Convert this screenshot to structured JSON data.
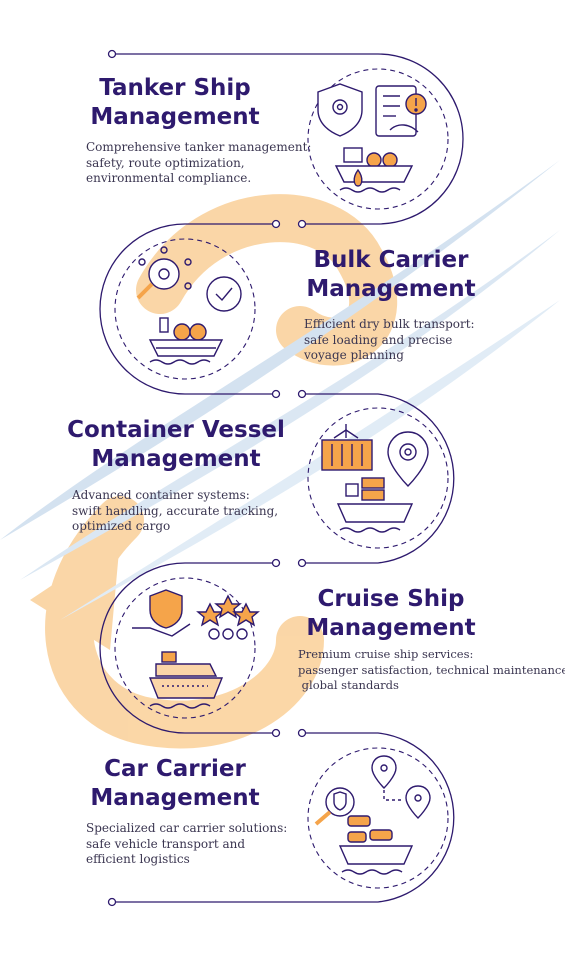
{
  "colors": {
    "line": "#2e1a6e",
    "orange": "#f5a44a",
    "orange_light": "#fbd5a8",
    "accent_red": "#e0632a",
    "watermark_orange": "#f6b25e",
    "watermark_blue": "#8fb4d8"
  },
  "items": [
    {
      "title_lines": [
        "Tanker Ship",
        "Management"
      ],
      "desc_lines": [
        "Comprehensive tanker management:",
        "safety, route optimization,",
        "environmental compliance."
      ],
      "icon": "tanker-safety-icon"
    },
    {
      "title_lines": [
        "Bulk Carrier",
        "Management"
      ],
      "desc_lines": [
        "Efficient dry bulk transport:",
        "safe loading and precise",
        "voyage planning"
      ],
      "icon": "bulk-carrier-gear-icon"
    },
    {
      "title_lines": [
        "Container Vessel",
        "Management"
      ],
      "desc_lines": [
        "Advanced container systems:",
        "swift handling, accurate tracking,",
        "optimized cargo"
      ],
      "icon": "container-location-icon"
    },
    {
      "title_lines": [
        "Cruise Ship",
        "Management"
      ],
      "desc_lines": [
        "Premium cruise ship services:",
        "passenger satisfaction, technical maintenance,",
        " global standards"
      ],
      "icon": "cruise-ship-stars-icon"
    },
    {
      "title_lines": [
        "Car Carrier",
        "Management"
      ],
      "desc_lines": [
        "Specialized car carrier solutions:",
        "safe vehicle transport and",
        "efficient logistics"
      ],
      "icon": "car-carrier-route-icon"
    }
  ]
}
